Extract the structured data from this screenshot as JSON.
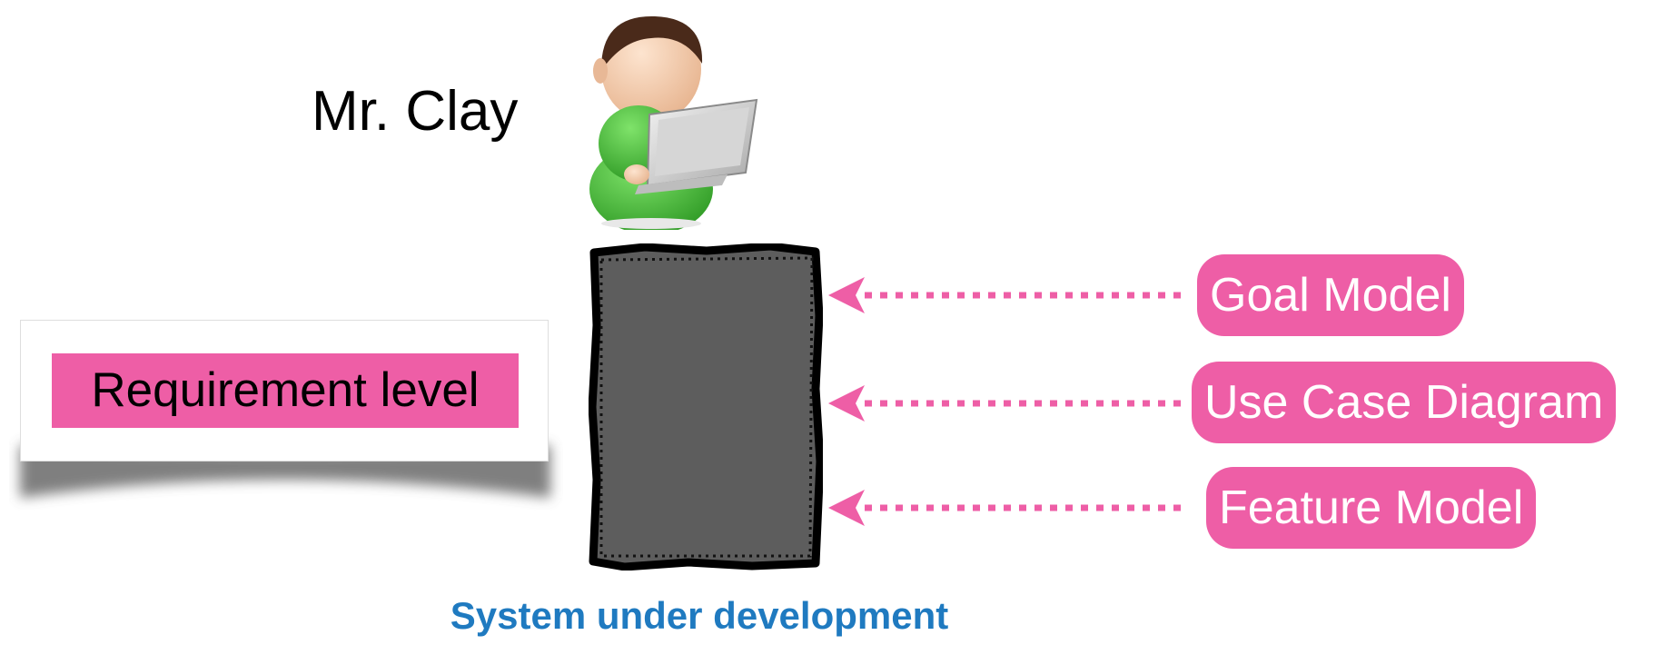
{
  "actor": {
    "name": "Mr. Clay",
    "icon": "person-with-laptop-icon"
  },
  "level_label": "Requirement level",
  "system": {
    "caption": "System under development"
  },
  "models": [
    {
      "label": "Goal Model"
    },
    {
      "label": "Use Case Diagram"
    },
    {
      "label": "Feature Model"
    }
  ],
  "colors": {
    "pink": "#ee5ea6",
    "caption_blue": "#1f7ac0",
    "box_gray": "#5d5d5d"
  }
}
